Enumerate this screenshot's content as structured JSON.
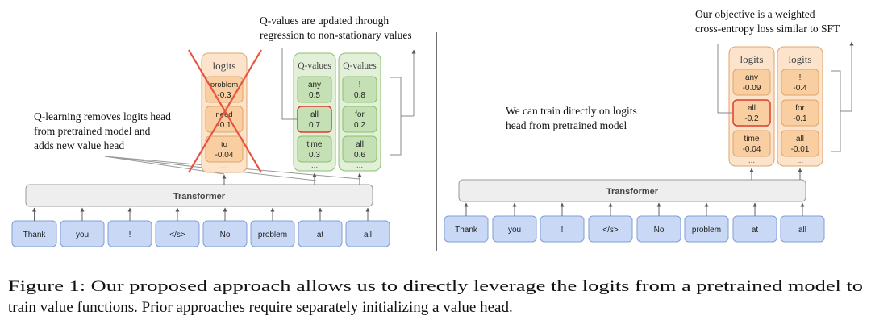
{
  "left_panel": {
    "annotation_top": [
      "Q-values are updated through",
      "regression to non-stationary values"
    ],
    "annotation_side": [
      "Q-learning removes logits head",
      "from pretrained model and",
      "adds new value head"
    ],
    "logits_column": {
      "header": "logits",
      "cells": [
        {
          "token": "problem",
          "value": "-0.3"
        },
        {
          "token": "need",
          "value": "-0.1"
        },
        {
          "token": "to",
          "value": "-0.04"
        }
      ]
    },
    "q_columns": [
      {
        "header": "Q-values",
        "cells": [
          {
            "token": "any",
            "value": "0.5",
            "highlighted": false
          },
          {
            "token": "all",
            "value": "0.7",
            "highlighted": true
          },
          {
            "token": "time",
            "value": "0.3",
            "highlighted": false
          }
        ]
      },
      {
        "header": "Q-values",
        "cells": [
          {
            "token": "!",
            "value": "0.8",
            "highlighted": false
          },
          {
            "token": "for",
            "value": "0.2",
            "highlighted": false
          },
          {
            "token": "all",
            "value": "0.6",
            "highlighted": false
          }
        ]
      }
    ],
    "transformer_label": "Transformer",
    "tokens": [
      "Thank",
      "you",
      "!",
      "</s>",
      "No",
      "problem",
      "at",
      "all"
    ]
  },
  "right_panel": {
    "annotation_top": [
      "Our objective is a weighted",
      "cross-entropy loss similar to SFT"
    ],
    "annotation_side": [
      "We can train directly on logits",
      "head from pretrained model"
    ],
    "logits_columns": [
      {
        "header": "logits",
        "cells": [
          {
            "token": "any",
            "value": "-0.09",
            "highlighted": false
          },
          {
            "token": "all",
            "value": "-0.2",
            "highlighted": true
          },
          {
            "token": "time",
            "value": "-0.04",
            "highlighted": false
          }
        ]
      },
      {
        "header": "logits",
        "cells": [
          {
            "token": "!",
            "value": "-0.4",
            "highlighted": false
          },
          {
            "token": "for",
            "value": "-0.1",
            "highlighted": false
          },
          {
            "token": "all",
            "value": "-0.01",
            "highlighted": false
          }
        ]
      }
    ],
    "transformer_label": "Transformer",
    "tokens": [
      "Thank",
      "you",
      "!",
      "</s>",
      "No",
      "problem",
      "at",
      "all"
    ]
  },
  "ellipsis": "...",
  "caption": [
    "Figure 1: Our proposed approach allows us to directly leverage the logits from a pretrained model to",
    "train value functions. Prior approaches require separately initializing a value head."
  ],
  "colors": {
    "token_fill": "#c9d8f5",
    "token_stroke": "#7f9fd6",
    "transformer_fill": "#eeeeee",
    "logits_column_fill": "#fbe3cc",
    "logits_cell_fill": "#f9cfa2",
    "logits_stroke": "#e0a56b",
    "q_column_fill": "#e2efd9",
    "q_cell_fill": "#c5e0b4",
    "q_stroke": "#8cbf6f",
    "highlight_stroke": "#e03b2c",
    "cross": "#e8533f"
  }
}
